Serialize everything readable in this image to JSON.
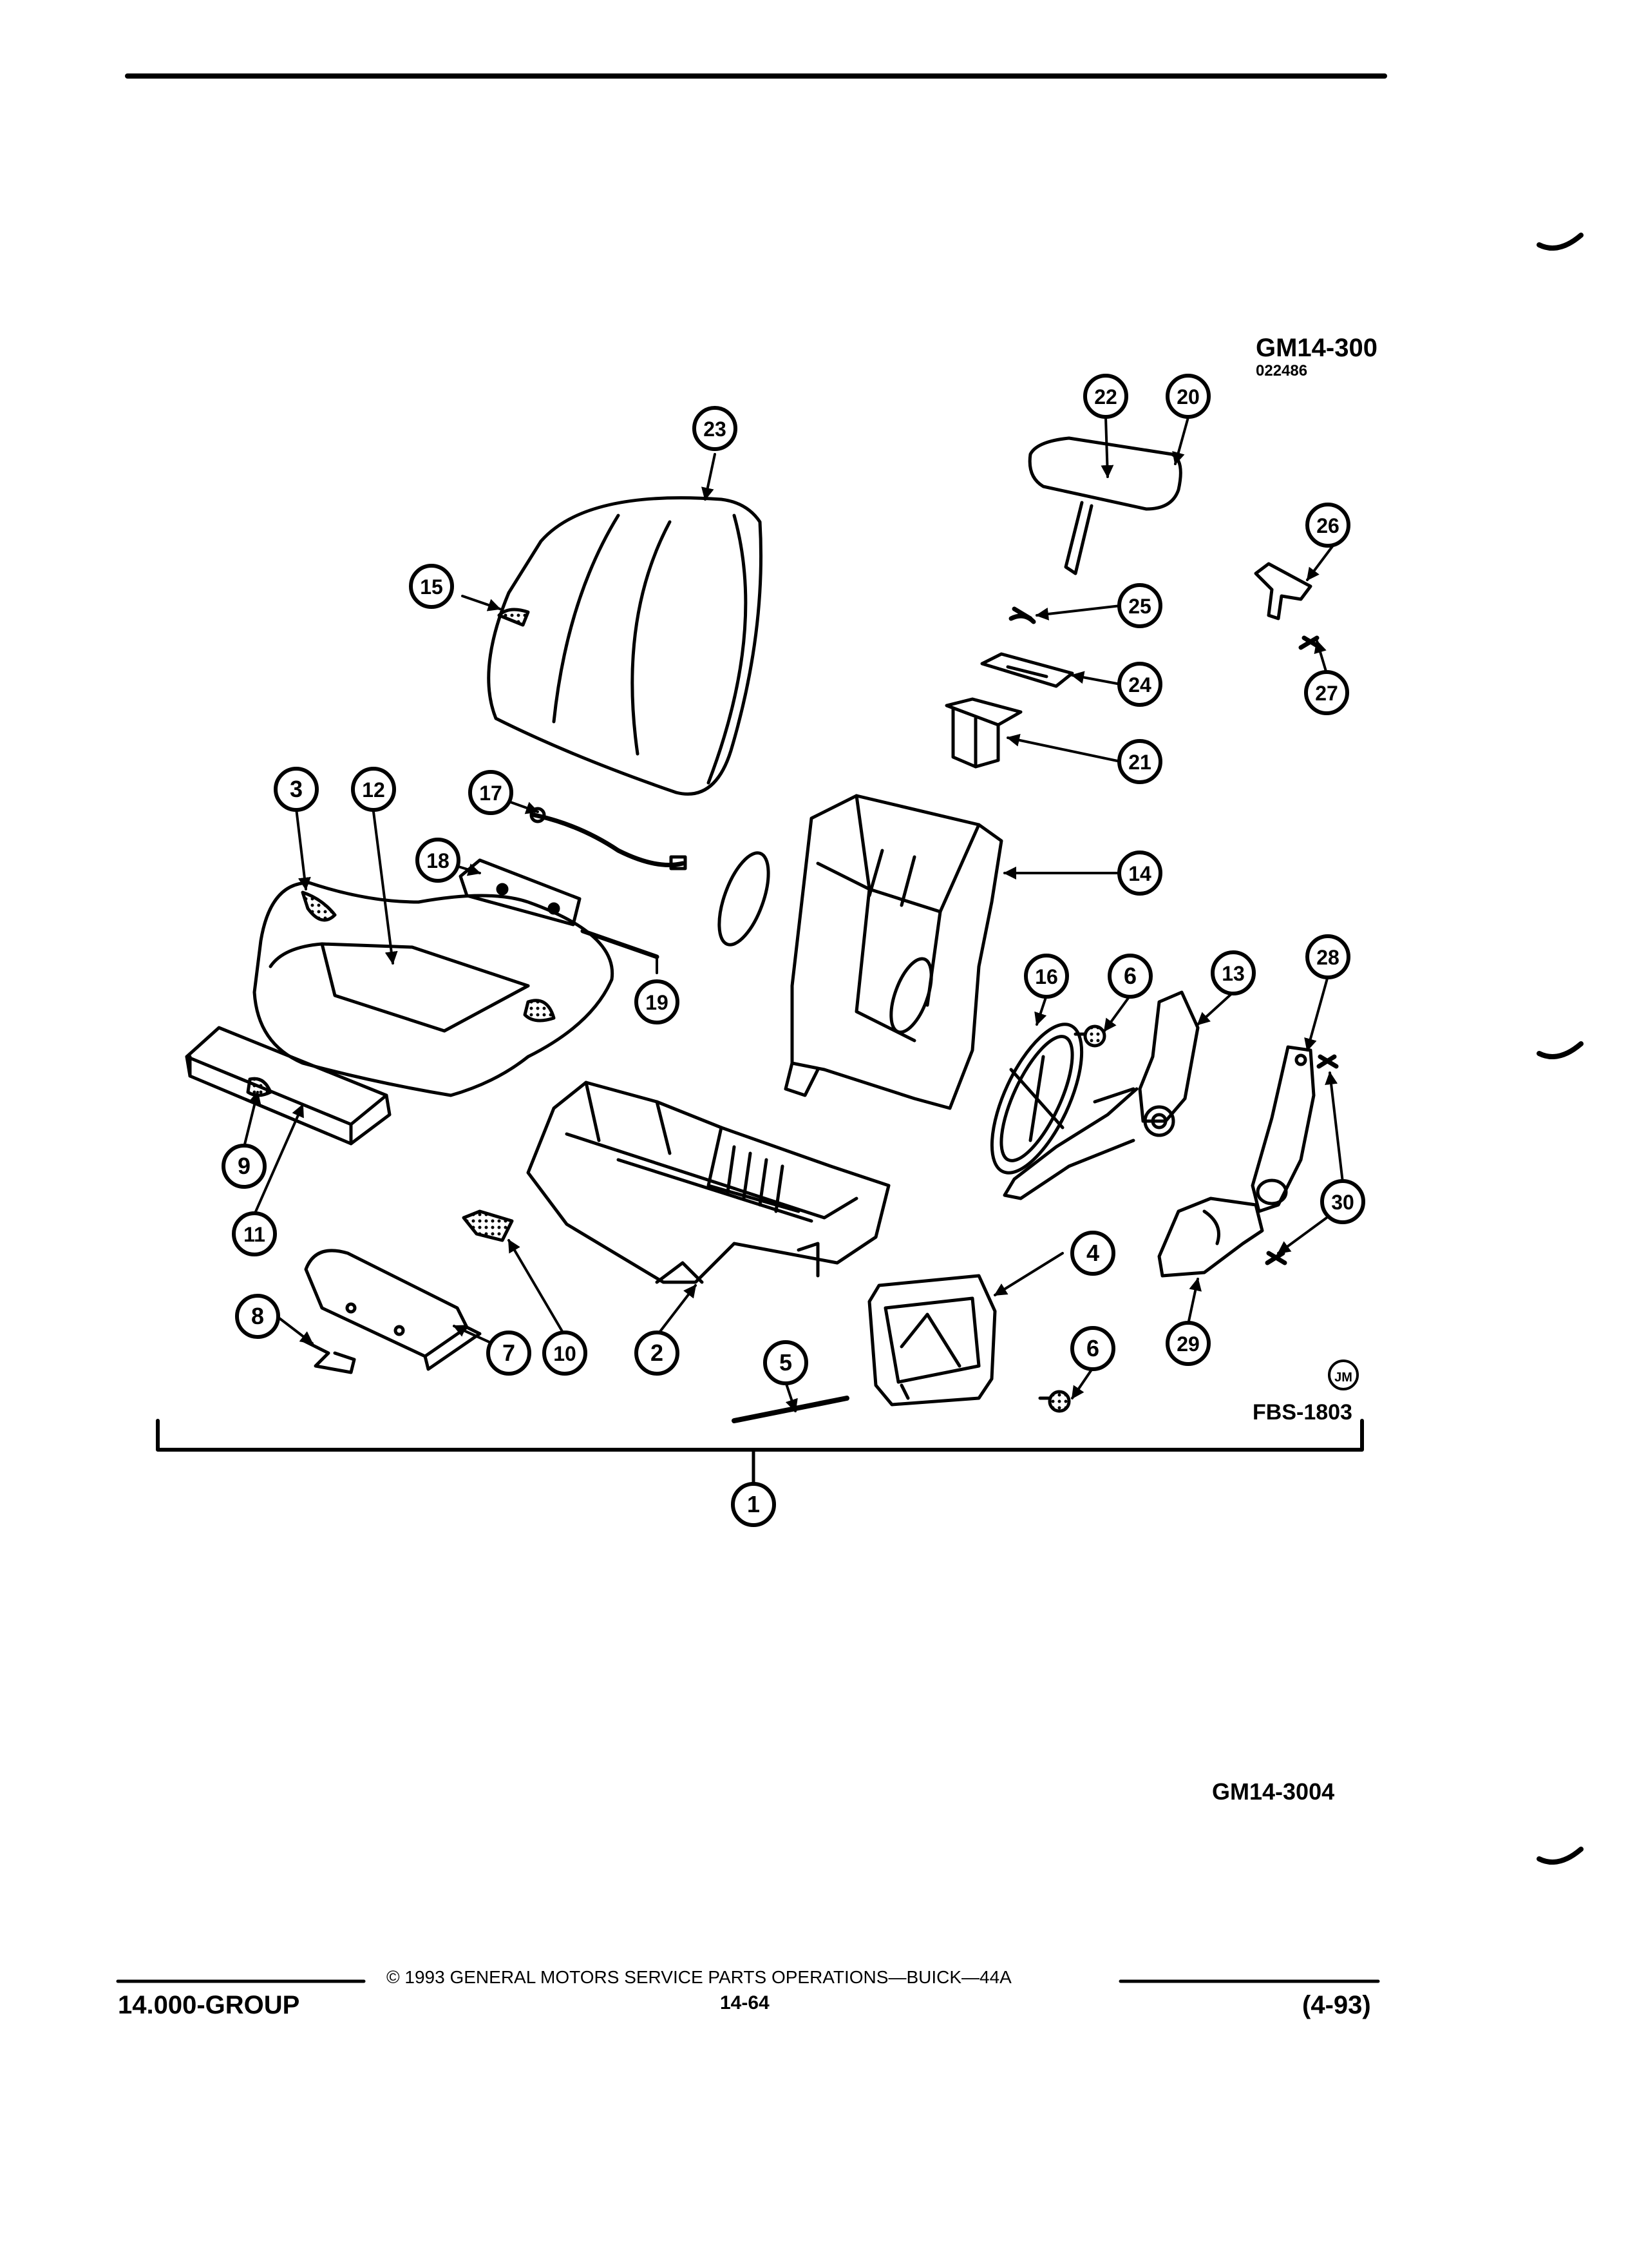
{
  "diagram": {
    "code_top": "GM14-300",
    "code_date": "022486",
    "code_fbs": "FBS-1803",
    "artist_mark": "JM",
    "code_bottom": "GM14-3004",
    "callouts": [
      "1",
      "2",
      "3",
      "4",
      "5",
      "6",
      "6",
      "7",
      "8",
      "9",
      "10",
      "11",
      "12",
      "13",
      "14",
      "15",
      "16",
      "17",
      "18",
      "19",
      "20",
      "21",
      "22",
      "23",
      "24",
      "25",
      "26",
      "27",
      "28",
      "29",
      "30"
    ]
  },
  "footer": {
    "copyright": "© 1993 GENERAL MOTORS SERVICE PARTS OPERATIONS—BUICK—44A",
    "group": "14.000-GROUP",
    "page": "14-64",
    "revision": "(4-93)"
  }
}
